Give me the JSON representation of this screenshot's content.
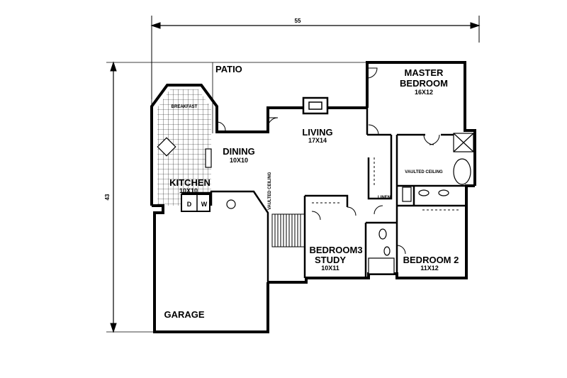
{
  "dimensions": {
    "width": "55",
    "depth": "43"
  },
  "rooms": {
    "patio": {
      "name": "PATIO"
    },
    "master_bedroom": {
      "line1": "MASTER",
      "line2": "BEDROOM",
      "size": "16X12"
    },
    "breakfast": {
      "name": "BREAKFAST"
    },
    "living": {
      "name": "LIVING",
      "size": "17X14"
    },
    "dining": {
      "name": "DINING",
      "size": "10X10"
    },
    "kitchen": {
      "name": "KITCHEN",
      "size": "10X10"
    },
    "bedroom3": {
      "line1": "BEDROOM3",
      "line2": "STUDY",
      "size": "10X11"
    },
    "bedroom2": {
      "name": "BEDROOM 2",
      "size": "11X12"
    },
    "garage": {
      "name": "GARAGE"
    }
  },
  "annotations": {
    "vaulted_ceiling_living": "VAULTED CEILING",
    "vaulted_ceiling_bath": "VAULTED CEILING",
    "linen": "LINEN",
    "dryer": "D",
    "washer": "W"
  }
}
